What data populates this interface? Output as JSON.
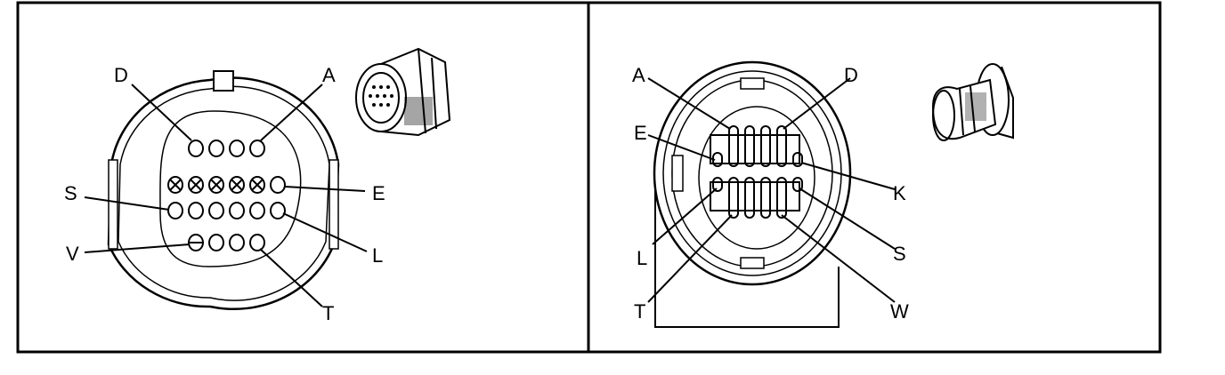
{
  "colors": {
    "ink": "#000000",
    "paper": "#ffffff"
  },
  "left_panel": {
    "labels": {
      "D": "D",
      "A": "A",
      "E": "E",
      "S": "S",
      "L": "L",
      "V": "V",
      "T": "T"
    },
    "inset_icon": "connector-photo-female"
  },
  "right_panel": {
    "labels": {
      "A": "A",
      "D": "D",
      "E": "E",
      "K": "K",
      "L": "L",
      "S": "S",
      "T": "T",
      "W": "W"
    },
    "inset_icon": "connector-photo-male"
  }
}
